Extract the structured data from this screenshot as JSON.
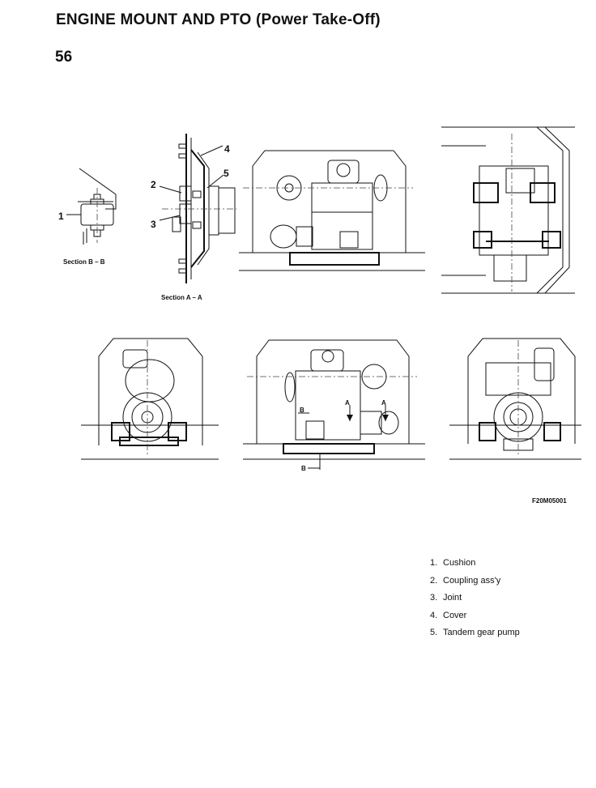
{
  "header": {
    "title": "ENGINE MOUNT AND PTO (Power Take-Off)",
    "page_number": "56"
  },
  "figure": {
    "section_b_label": "Section B – B",
    "section_a_label": "Section A – A",
    "callouts": [
      "1",
      "2",
      "3",
      "4",
      "5"
    ],
    "view_markers": {
      "a": "A",
      "b": "B"
    },
    "code": "F20M05001"
  },
  "legend": {
    "items": [
      {
        "num": "1.",
        "text": "Cushion"
      },
      {
        "num": "2.",
        "text": "Coupling ass'y"
      },
      {
        "num": "3.",
        "text": "Joint"
      },
      {
        "num": "4.",
        "text": "Cover"
      },
      {
        "num": "5.",
        "text": "Tandem gear pump"
      }
    ]
  }
}
